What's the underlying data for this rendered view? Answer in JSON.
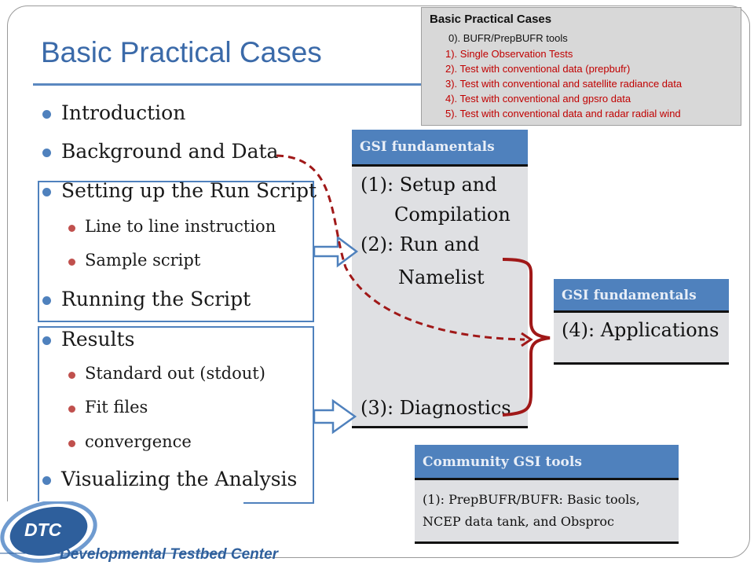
{
  "slide": {
    "title": "Basic Practical Cases",
    "bullets": [
      {
        "text": "Introduction",
        "level": 1
      },
      {
        "text": "Background and Data",
        "level": 1
      },
      {
        "text": "Setting up the Run Script",
        "level": 1
      },
      {
        "text": "Line to line instruction",
        "level": 2
      },
      {
        "text": "Sample script",
        "level": 2
      },
      {
        "text": "Running the Script",
        "level": 1
      },
      {
        "text": "Results",
        "level": 1
      },
      {
        "text": "Standard out (stdout)",
        "level": 2
      },
      {
        "text": "Fit files",
        "level": 2
      },
      {
        "text": "convergence",
        "level": 2
      },
      {
        "text": "Visualizing the Analysis",
        "level": 1
      }
    ]
  },
  "callout": {
    "title": "Basic Practical Cases",
    "items": [
      {
        "text": "0). BUFR/PrepBUFR tools",
        "color": "#111111"
      },
      {
        "text": "1). Single Observation Tests",
        "color": "#c00000"
      },
      {
        "text": "2). Test with conventional data (prepbufr)",
        "color": "#c00000"
      },
      {
        "text": "3). Test with conventional and satellite radiance data",
        "color": "#c00000"
      },
      {
        "text": "4). Test with conventional and gpsro data",
        "color": "#c00000"
      },
      {
        "text": "5). Test with conventional data and radar radial wind",
        "color": "#c00000"
      }
    ]
  },
  "gsi_fundamentals_1": {
    "header": "GSI fundamentals",
    "items": [
      "(1): Setup and",
      "Compilation",
      "(2): Run and",
      "Namelist",
      "(3): Diagnostics"
    ]
  },
  "gsi_fundamentals_2": {
    "header": "GSI fundamentals",
    "items": [
      "(4): Applications"
    ]
  },
  "community": {
    "header": "Community GSI tools",
    "body": "(1): PrepBUFR/BUFR: Basic tools, NCEP data tank, and Obsproc"
  },
  "logo": {
    "mark": "DTC",
    "name": "Developmental Testbed Center"
  },
  "colors": {
    "accent": "#4f81bd",
    "title": "#3b6aa9",
    "arrow": "#a01818",
    "bullet_red": "#c0504d"
  }
}
